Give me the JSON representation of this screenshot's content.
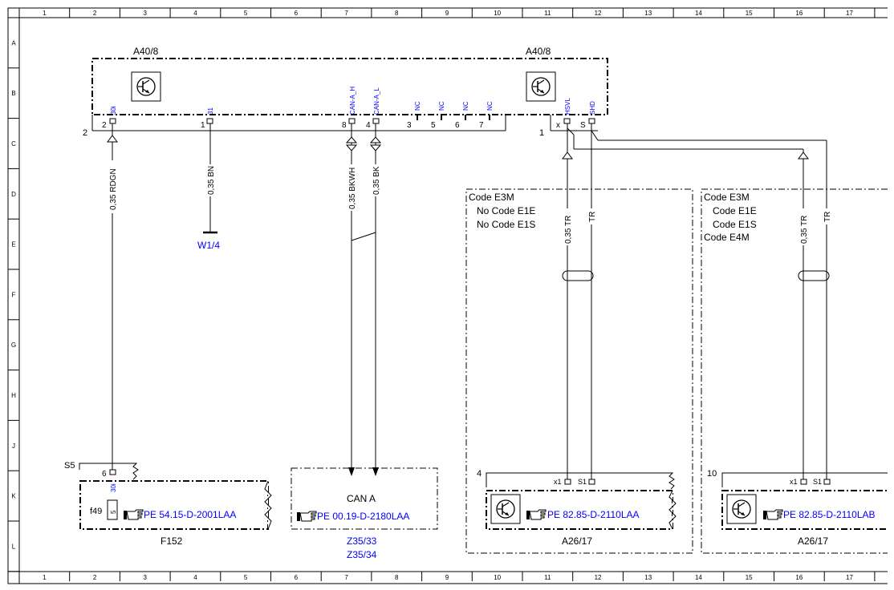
{
  "frame": {
    "columns": [
      "1",
      "2",
      "3",
      "4",
      "5",
      "6",
      "7",
      "8",
      "9",
      "10",
      "11",
      "12",
      "13",
      "14",
      "15",
      "16",
      "17"
    ],
    "rows": [
      "A",
      "B",
      "C",
      "D",
      "E",
      "F",
      "G",
      "H",
      "J",
      "K",
      "L"
    ]
  },
  "colors": {
    "link": "#0000ff",
    "line": "#000000",
    "grid": "#000000"
  },
  "module_a40": {
    "label_left": "A40/8",
    "label_right": "A40/8",
    "connector_left_num": "2",
    "connector_right_num": "1",
    "pins": [
      {
        "signal": "30i",
        "num": "2"
      },
      {
        "signal": "31",
        "num": "1"
      },
      {
        "signal": "CAN-A_H",
        "num": "8"
      },
      {
        "signal": "CAN-A_L",
        "num": "4"
      },
      {
        "signal": "NC",
        "num": "3"
      },
      {
        "signal": "NC",
        "num": "5"
      },
      {
        "signal": "NC",
        "num": "6"
      },
      {
        "signal": "NC",
        "num": "7"
      }
    ],
    "right_pins": [
      {
        "signal": "HSVL",
        "num": "x"
      },
      {
        "signal": "SHD",
        "num": "S"
      }
    ],
    "icon": "transistor-icon"
  },
  "wires": {
    "w1": "0,35 RDGN",
    "w2": "0,35 BN",
    "w3": "0,35 BKWH",
    "w4": "0,35 BK",
    "w5": "0,35 TR",
    "w6": "TR",
    "w7": "0,35 TR",
    "w8": "TR"
  },
  "ground_ref": "W1/4",
  "fuse_block": {
    "connector": "S5",
    "pin_num": "6",
    "pin_signal": "30i",
    "fuse": "f49",
    "fuse_pin": "5",
    "ref": "PE 54.15-D-2001LAA",
    "name": "F152"
  },
  "can_block": {
    "title": "CAN A",
    "ref": "PE 00.19-D-2180LAA",
    "link1": "Z35/33",
    "link2": "Z35/34"
  },
  "code_block_1": {
    "lines": [
      "Code E3M",
      "No Code E1E",
      "No Code E1S"
    ],
    "connector": "4",
    "pins": [
      "x1",
      "S1"
    ],
    "ref": "PE 82.85-D-2110LAA",
    "name": "A26/17"
  },
  "code_block_2": {
    "lines": [
      "Code E3M",
      "Code E1E",
      "Code E1S",
      "Code E4M"
    ],
    "connector": "10",
    "pins": [
      "x1",
      "S1"
    ],
    "ref": "PE 82.85-D-2110LAB",
    "name": "A26/17"
  },
  "hand_icon": "pointing-hand-icon"
}
